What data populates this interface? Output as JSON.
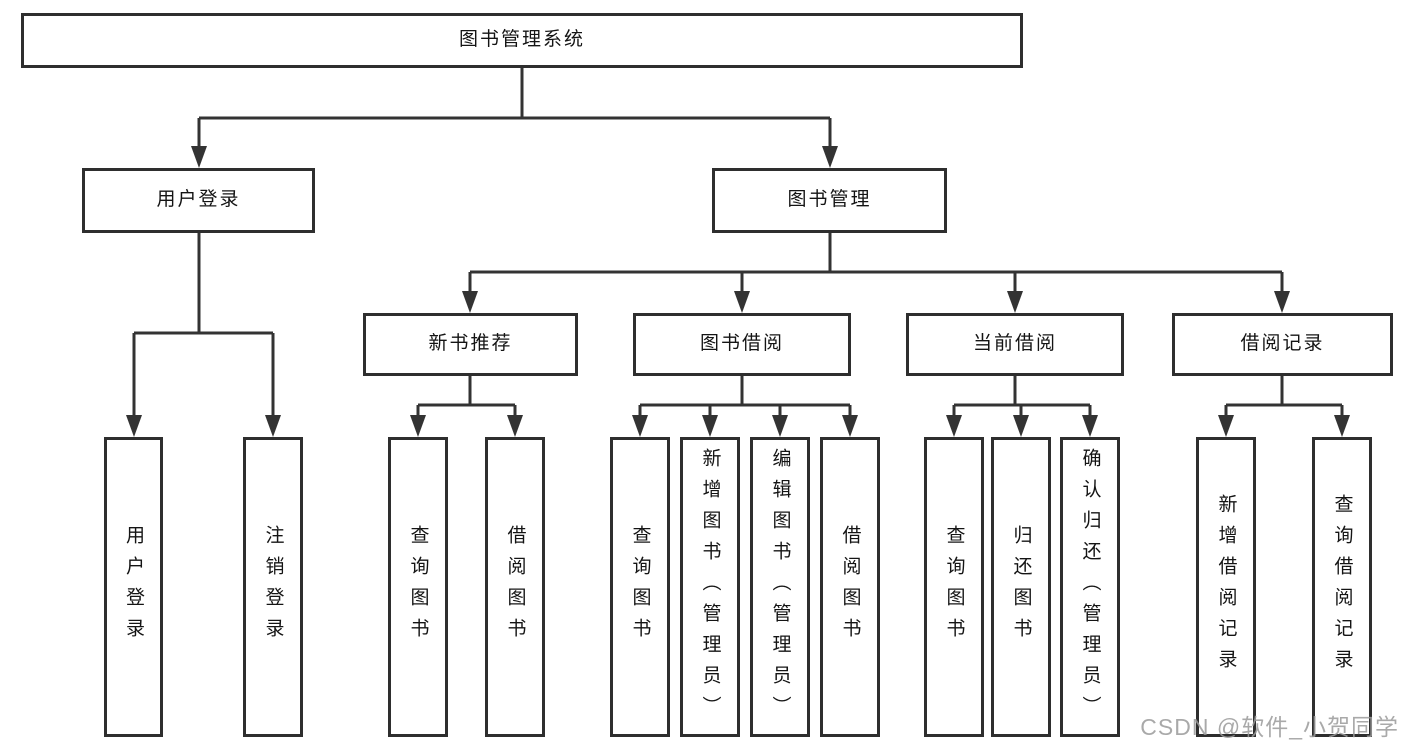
{
  "diagram": {
    "title_node": {
      "label": "图书管理系统"
    },
    "level2": [
      {
        "label": "用户登录"
      },
      {
        "label": "图书管理"
      }
    ],
    "level3": [
      {
        "label": "新书推荐"
      },
      {
        "label": "图书借阅"
      },
      {
        "label": "当前借阅"
      },
      {
        "label": "借阅记录"
      }
    ],
    "leaves": [
      {
        "label": "用户登录",
        "parent": "用户登录"
      },
      {
        "label": "注销登录",
        "parent": "用户登录"
      },
      {
        "label": "查询图书",
        "parent": "新书推荐"
      },
      {
        "label": "借阅图书",
        "parent": "新书推荐"
      },
      {
        "label": "查询图书",
        "parent": "图书借阅"
      },
      {
        "label": "新增图书（管理员）",
        "parent": "图书借阅"
      },
      {
        "label": "编辑图书（管理员）",
        "parent": "图书借阅"
      },
      {
        "label": "借阅图书",
        "parent": "图书借阅"
      },
      {
        "label": "查询图书",
        "parent": "当前借阅"
      },
      {
        "label": "归还图书",
        "parent": "当前借阅"
      },
      {
        "label": "确认归还（管理员）",
        "parent": "当前借阅"
      },
      {
        "label": "新增借阅记录",
        "parent": "借阅记录"
      },
      {
        "label": "查询借阅记录",
        "parent": "借阅记录"
      }
    ],
    "watermark": "CSDN @软件_小贺同学",
    "colors": {
      "line": "#333333",
      "box_border": "#2e2e2e",
      "text": "#141414",
      "watermark": "#9b9b9b",
      "background": "#ffffff"
    }
  }
}
